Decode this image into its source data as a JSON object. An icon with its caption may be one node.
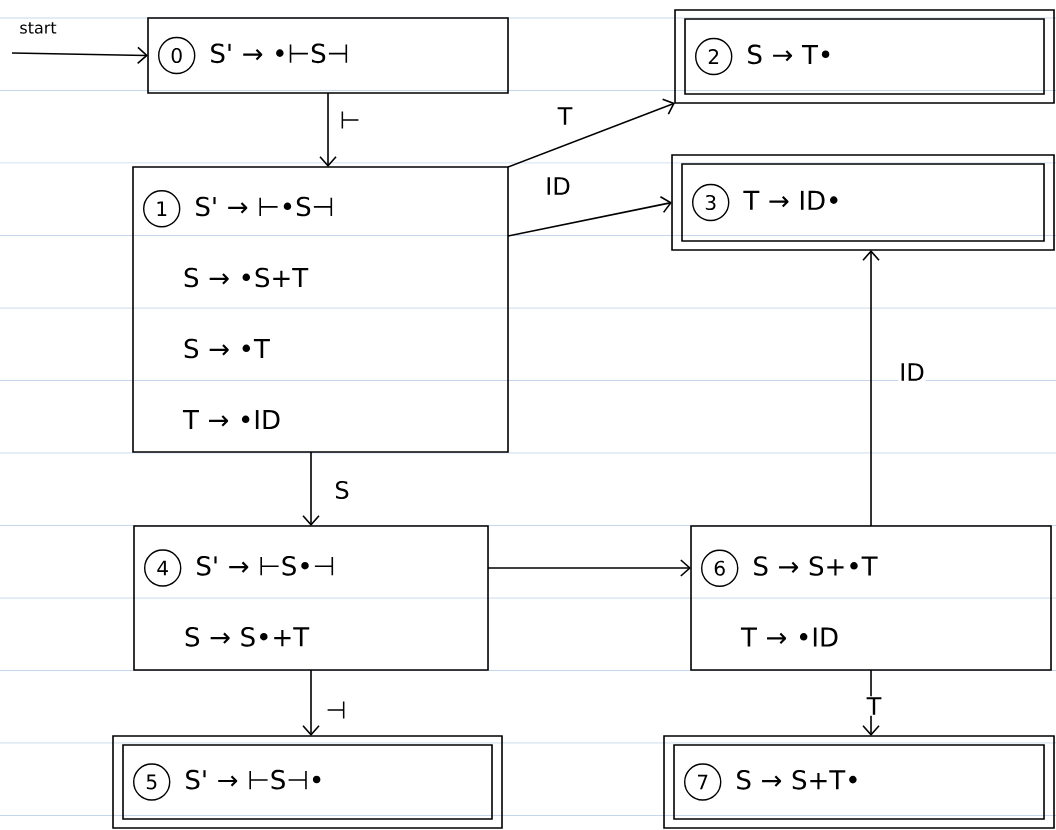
{
  "diagram": {
    "nodes": [
      {
        "text": [
          "0",
          "S' → •⊢S⊣"
        ]
      },
      {
        "text": [],
        "shape": "box"
      },
      {
        "text": [
          "2",
          "S → T•"
        ],
        "in": 1
      },
      {
        "text": [
          "1",
          "S' → ⊢•S⊣",
          "S → •S+T",
          "S → •T",
          "T → •ID"
        ]
      },
      {
        "text": [],
        "shape": "box"
      },
      {
        "text": [
          "3",
          "T → ID•"
        ],
        "in": 4
      },
      {
        "text": [
          "4",
          "S' → ⊢S•⊣",
          "S → S•+T"
        ]
      },
      {
        "text": [
          "6",
          "S → S+•T",
          "T → •ID"
        ]
      },
      {
        "text": [],
        "shape": "box"
      },
      {
        "text": [
          "5",
          "S' → ⊢S⊣•"
        ],
        "in": 8
      },
      {
        "text": [],
        "shape": "box"
      },
      {
        "text": [
          "7",
          "S → S+T•"
        ],
        "in": 10
      }
    ],
    "edges": [
      {
        "from": null,
        "to": 0,
        "arrow": "to",
        "label": "start"
      },
      {
        "from": 0,
        "to": 3,
        "arrow": "to",
        "label": "⊢"
      },
      {
        "from": 3,
        "to": 1,
        "arrow": "to",
        "label": "T"
      },
      {
        "from": 3,
        "to": 4,
        "arrow": "to",
        "label": "ID"
      },
      {
        "from": 3,
        "to": 6,
        "arrow": "to",
        "label": "S"
      },
      {
        "from": 6,
        "to": 7,
        "arrow": "to"
      },
      {
        "from": 7,
        "to": 4,
        "arrow": "to",
        "label": "ID"
      },
      {
        "from": 6,
        "to": 8,
        "arrow": "to",
        "label": "⊣"
      },
      {
        "from": 7,
        "to": 10,
        "arrow": "to",
        "label": "T"
      }
    ]
  }
}
